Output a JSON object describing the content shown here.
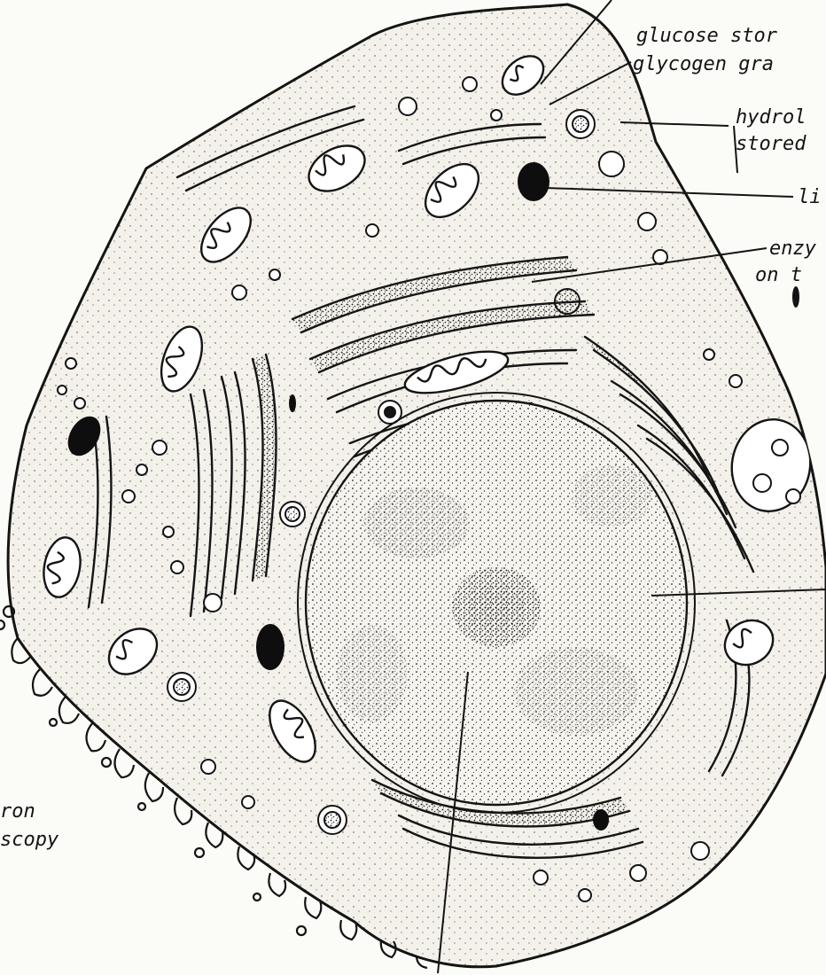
{
  "labels": {
    "glucose_storage": "glucose stor",
    "glycogen_granules": "glycogen gra",
    "hydrolytic": "hydrol",
    "stored": "stored",
    "lipid": "li",
    "enzymes": "enzy",
    "on_the": "on t",
    "electron": "ron",
    "microscopy": "scopy"
  },
  "colors": {
    "ink": "#141414",
    "paper": "#fbfbf8",
    "cytoplasm": "#f3f1ea"
  }
}
